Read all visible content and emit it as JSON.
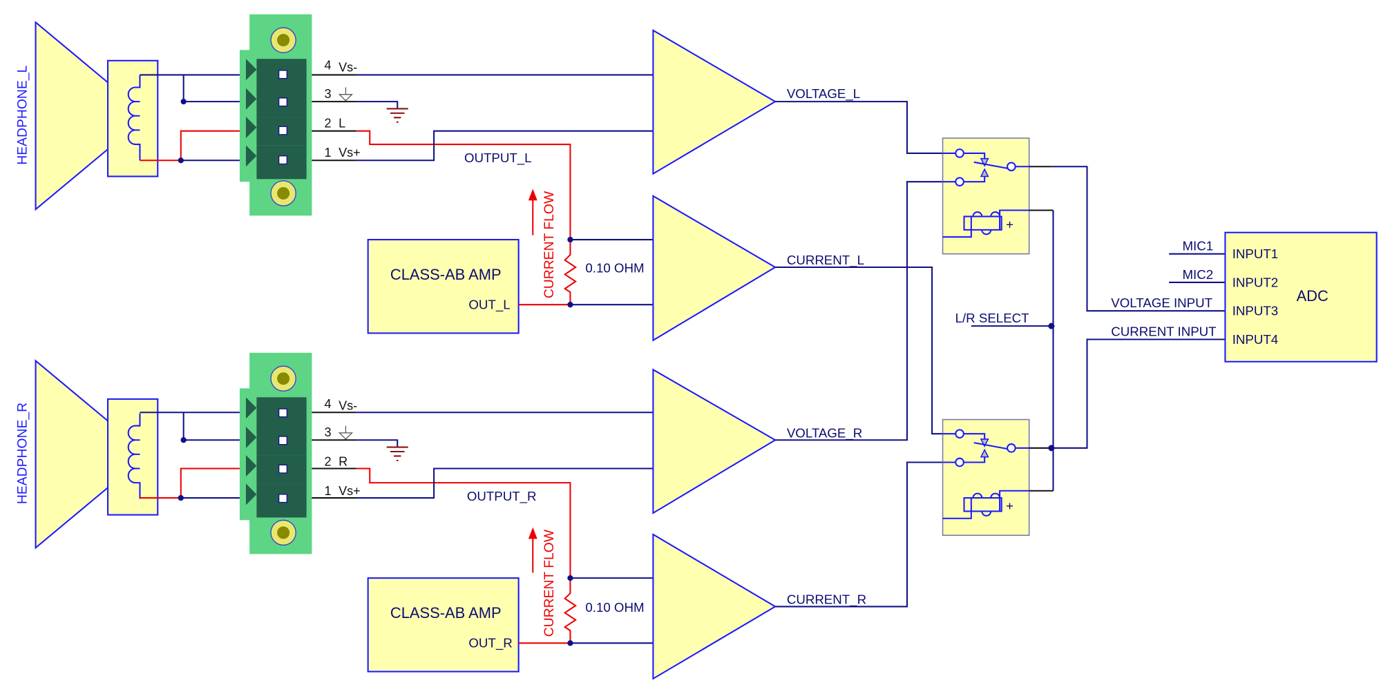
{
  "diagram": {
    "title": "Headphone voltage/current measurement schematic",
    "colors": {
      "wire": "#101088",
      "signal_red": "#ee0000",
      "block_fill": "#ffffb0",
      "block_stroke": "#1a1aff",
      "connector_green": "#5dd585",
      "connector_dark": "#235e4a",
      "ground": "#8b1010"
    },
    "headphones": [
      {
        "id": "L",
        "label": "HEADPHONE_L"
      },
      {
        "id": "R",
        "label": "HEADPHONE_R"
      }
    ],
    "connector_left": {
      "pins": [
        {
          "num": "4",
          "name": "Vs-"
        },
        {
          "num": "3",
          "name": "ground-symbol"
        },
        {
          "num": "2",
          "name": "L"
        },
        {
          "num": "1",
          "name": "Vs+"
        }
      ]
    },
    "connector_right": {
      "pins": [
        {
          "num": "4",
          "name": "Vs-"
        },
        {
          "num": "3",
          "name": "ground-symbol"
        },
        {
          "num": "2",
          "name": "R"
        },
        {
          "num": "1",
          "name": "Vs+"
        }
      ]
    },
    "pin_labels": {
      "vs_minus": "Vs-",
      "vs_plus": "Vs+",
      "L": "L",
      "R": "R",
      "n4": "4",
      "n3": "3",
      "n2": "2",
      "n1": "1"
    },
    "amps": [
      {
        "label": "CLASS-AB AMP",
        "out": "OUT_L",
        "net": "OUTPUT_L",
        "resistor": "0.10 OHM",
        "flow": "CURRENT FLOW"
      },
      {
        "label": "CLASS-AB AMP",
        "out": "OUT_R",
        "net": "OUTPUT_R",
        "resistor": "0.10 OHM",
        "flow": "CURRENT FLOW"
      }
    ],
    "nets": {
      "voltage_l": "VOLTAGE_L",
      "current_l": "CURRENT_L",
      "voltage_r": "VOLTAGE_R",
      "current_r": "CURRENT_R",
      "lr_select": "L/R SELECT",
      "voltage_input": "VOLTAGE INPUT",
      "current_input": "CURRENT INPUT",
      "mic1": "MIC1",
      "mic2": "MIC2"
    },
    "relay_plus": "+",
    "adc": {
      "label": "ADC",
      "inputs": [
        "INPUT1",
        "INPUT2",
        "INPUT3",
        "INPUT4"
      ]
    }
  }
}
